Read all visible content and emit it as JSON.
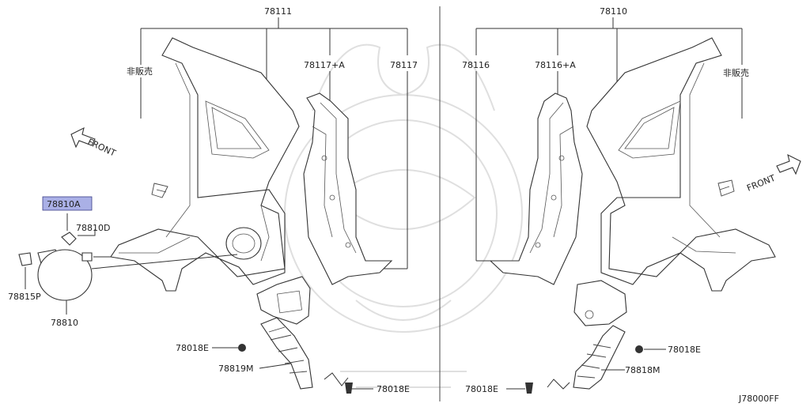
{
  "diagram": {
    "ref_code": "J78000FF",
    "labels": {
      "p78111": "78111",
      "p78110": "78110",
      "p78117a": "78117+A",
      "p78117": "78117",
      "p78116": "78116",
      "p78116a": "78116+A",
      "nosale_left": "非販売",
      "nosale_right": "非販売",
      "front_left": "FRONT",
      "front_right": "FRONT",
      "p78810a": "78810A",
      "p78810d": "78810D",
      "p78815p": "78815P",
      "p78810": "78810",
      "p78018e_l1": "78018E",
      "p78819m": "78819M",
      "p78018e_l2": "78018E",
      "p78018e_r1": "78018E",
      "p78818m": "78818M",
      "p78018e_r2": "78018E"
    },
    "highlight_color": "#aab0e6"
  }
}
